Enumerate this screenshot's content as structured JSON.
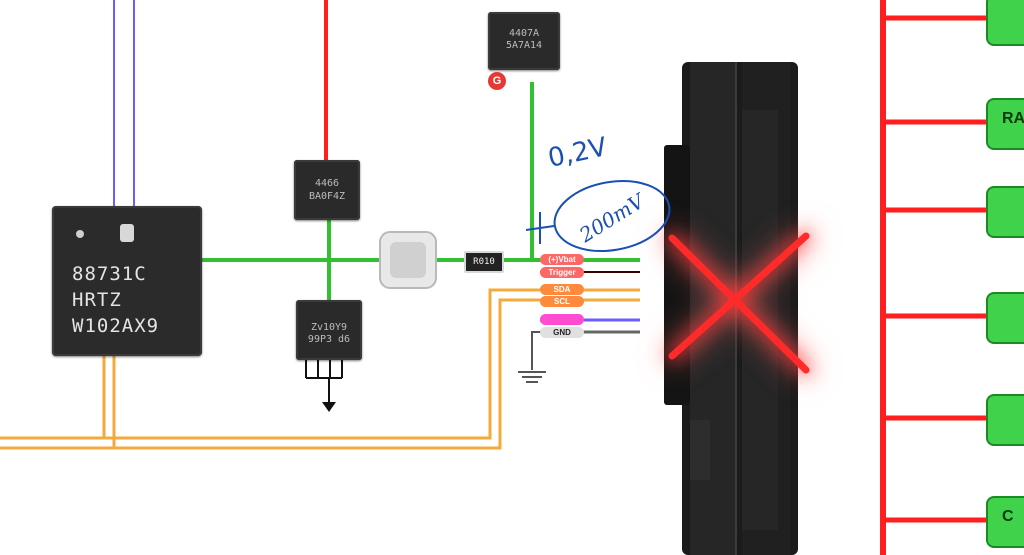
{
  "chips": {
    "controller": {
      "lines": [
        "88731C",
        "HRTZ",
        "W102AX9"
      ]
    },
    "mosfet_top": {
      "lines": [
        "4407A",
        "5A7A14"
      ]
    },
    "mosfet_mid": {
      "lines": [
        "4466",
        "BA0F4Z"
      ]
    },
    "mosfet_bottom": {
      "lines": [
        "Zv10Y9",
        "99P3 d6"
      ]
    }
  },
  "resistor_label": "R010",
  "gate_label": "G",
  "pin_labels": [
    {
      "text": "(+)Vbat",
      "color": "#ff6666"
    },
    {
      "text": "Trigger",
      "color": "#ff6666"
    },
    {
      "text": "SDA",
      "color": "#ff8a3d"
    },
    {
      "text": "SCL",
      "color": "#ff8a3d"
    },
    {
      "text": "",
      "color": "#ff4dd2"
    },
    {
      "text": "GND",
      "color": "#e0e0e0"
    }
  ],
  "annotations": {
    "voltage_gate": "0,2V",
    "voltage_sense": "200mV"
  },
  "connectors": [
    {
      "label": ""
    },
    {
      "label": "RA"
    },
    {
      "label": ""
    },
    {
      "label": ""
    },
    {
      "label": ""
    },
    {
      "label": "C"
    }
  ],
  "colors": {
    "power_rail": "#ff1f1f",
    "signal": "#30c030",
    "smbus": "#f3a93b",
    "gnd": "#666666",
    "purple_line": "#6a5cff"
  }
}
